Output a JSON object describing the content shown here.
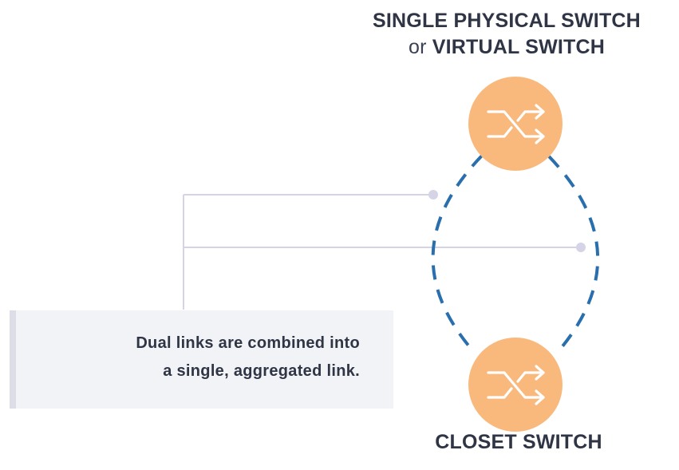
{
  "top_switch": {
    "line1": "SINGLE PHYSICAL SWITCH",
    "line2_prefix": "or",
    "line2_bold": "VIRTUAL SWITCH"
  },
  "bottom_switch": {
    "label": "CLOSET SWITCH"
  },
  "callout": {
    "line1": "Dual links are combined into",
    "line2": "a single, aggregated link."
  },
  "icons": {
    "top": "shuffle-icon",
    "bottom": "shuffle-icon"
  },
  "colors": {
    "switch_fill": "#f9b97c",
    "dashed_link": "#2a6fad",
    "connector": "#d4d4e6",
    "callout_bg": "#f2f3f7",
    "text": "#2f3545"
  }
}
